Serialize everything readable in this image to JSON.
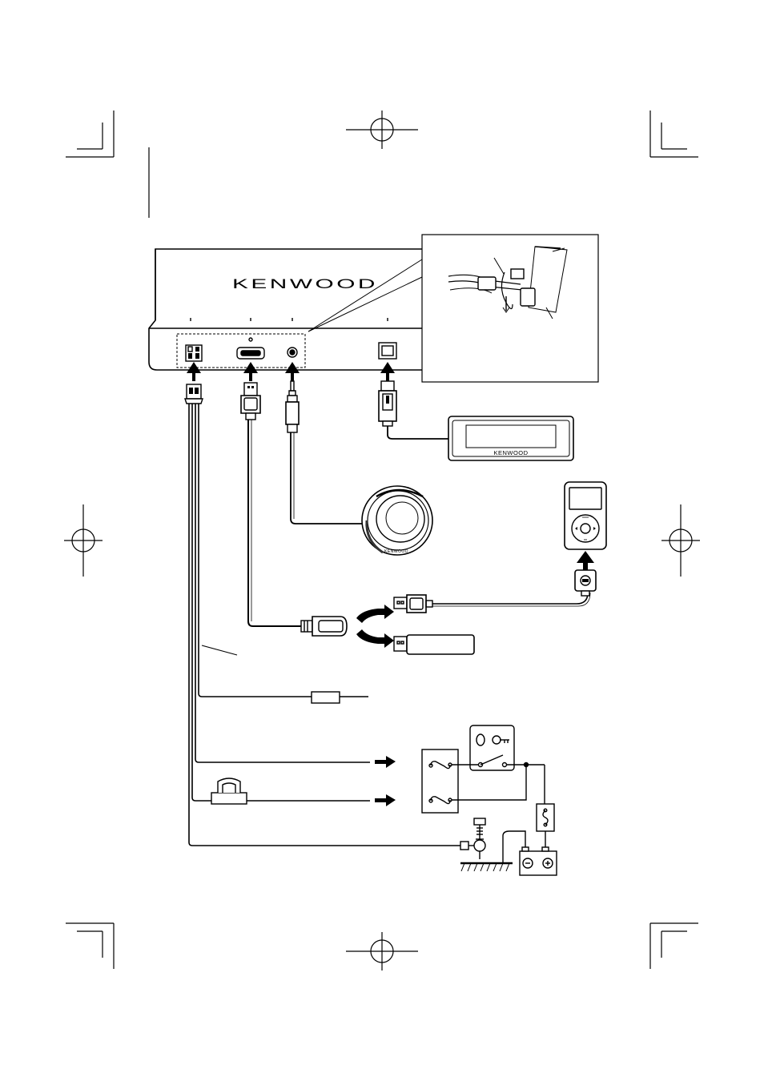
{
  "brand": {
    "main_unit_logo": "KENWOOD",
    "display_unit_logo": "KENWOOD",
    "speaker_logo": "KENWOOD"
  }
}
